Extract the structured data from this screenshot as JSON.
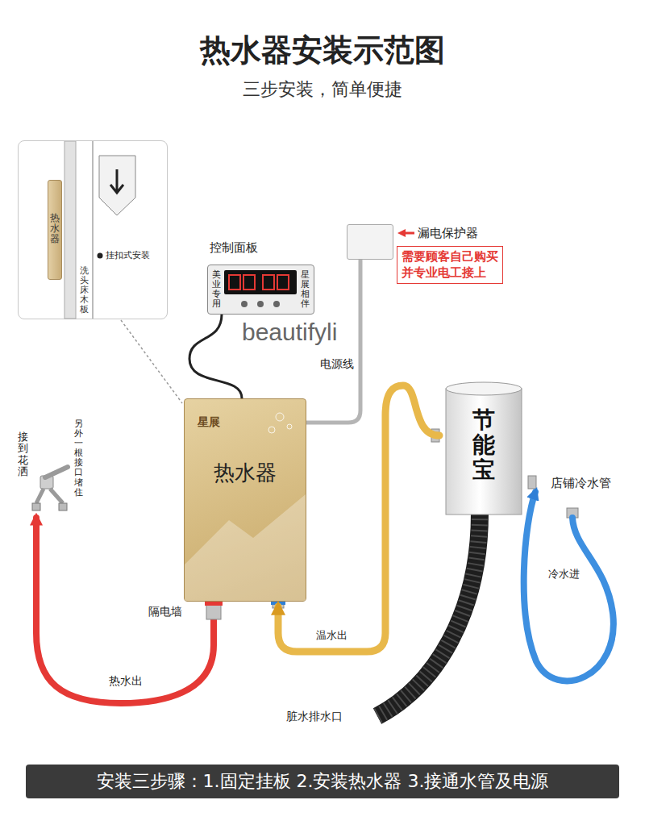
{
  "diagram": {
    "title": "热水器安装示范图",
    "nodes": [
      {
        "text": [
          "挂扣式安装",
          "洗头床木板"
        ]
      },
      {
        "text": [
          "热水器"
        ],
        "in": 0
      },
      {
        "text": [
          "漏电保护器",
          "需要顾客自己购买并专业电工接上"
        ]
      },
      {
        "text": [
          "美业专用",
          "星展相伴"
        ]
      },
      {
        "text": [
          "星展",
          "热水器"
        ]
      },
      {
        "text": [
          "节能宝"
        ]
      },
      {
        "text": [
          "安装三步骤：1.固定挂板 2.安装热水器 3.接通水管及电源"
        ]
      }
    ],
    "edges": [
      {
        "from": 3,
        "to": 4,
        "arrow": "none"
      },
      {
        "from": 2,
        "to": 4,
        "label": "电源线",
        "arrow": "none"
      },
      {
        "from": 5,
        "to": 4,
        "label": "温水出",
        "arrow": "to"
      }
    ],
    "labels": [
      "三步安装，简单便捷",
      "控制面板",
      "beautifyli",
      "接到花洒",
      "另外一根接口堵住",
      "隔电墙",
      "热水出",
      "店铺冷水管",
      "冷水进",
      "脏水排水口"
    ]
  }
}
